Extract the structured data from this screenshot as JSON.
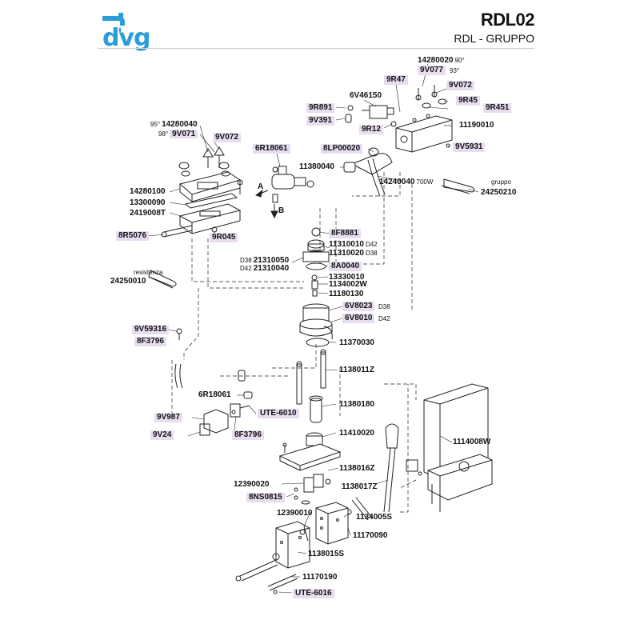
{
  "header": {
    "brand": "dvg",
    "code": "RDL02",
    "subtitle": "RDL - GRUPPO"
  },
  "colors": {
    "brand_blue": "#2a9ed8",
    "highlight": "#e8dcf0",
    "line": "#222222"
  },
  "labels": {
    "l14280020": "14280020",
    "n90": "90°",
    "l9V077": "9V077",
    "n93": "93°",
    "l9R47": "9R47",
    "l9V072a": "9V072",
    "l6V46150": "6V46150",
    "l9R45": "9R45",
    "l9R891": "9R891",
    "l9R451": "9R451",
    "l9V391": "9V391",
    "l9R12": "9R12",
    "l11190010": "11190010",
    "n95": "95°",
    "l14280040": "14280040",
    "n98": "98°",
    "l9V071": "9V071",
    "l9V072b": "9V072",
    "l6R18061a": "6R18061",
    "l8LP00020": "8LP00020",
    "l9V5931": "9V5931",
    "l11380040": "11380040",
    "l14240040": "14240040",
    "n700W": "700W",
    "gruppo": "gruppo",
    "l24250210": "24250210",
    "l14280100": "14280100",
    "l13300090": "13300090",
    "l2419008T": "2419008T",
    "arrowA": "A",
    "arrowB": "B",
    "l8R5076": "8R5076",
    "l9R045": "9R045",
    "l8F8881": "8F8881",
    "l11310010": "11310010",
    "nD42a": "D42",
    "l11310020": "11310020",
    "nD38a": "D38",
    "nD38b": "D38",
    "l21310050": "21310050",
    "nD42b": "D42",
    "l21310040": "21310040",
    "l8A0040": "8A0040",
    "resistenza": "resistenza",
    "l24250010": "24250010",
    "l13330010": "13330010",
    "l1134002W": "1134002W",
    "l11180130": "11180130",
    "l6V8023": "6V8023",
    "nD38c": "D38",
    "l6V8010": "6V8010",
    "nD42c": "D42",
    "l9V59316": "9V59316",
    "l8F3796a": "8F3796",
    "l11370030": "11370030",
    "l1138011Z": "1138011Z",
    "l6R18061b": "6R18061",
    "l11380180": "11380180",
    "lUTE6010": "UTE-6010",
    "l9V987": "9V987",
    "l11410020": "11410020",
    "l9V24": "9V24",
    "l8F3796b": "8F3796",
    "l1114008W": "1114008W",
    "l1138016Z": "1138016Z",
    "l12390020a": "12390020",
    "l1138017Z": "1138017Z",
    "l8NS0815": "8NS0815",
    "l12390010": "12390010",
    "l1134005S": "1134005S",
    "l11170090": "11170090",
    "l1138015S": "1138015S",
    "l11170190": "11170190",
    "lUTE6016": "UTE-6016"
  }
}
